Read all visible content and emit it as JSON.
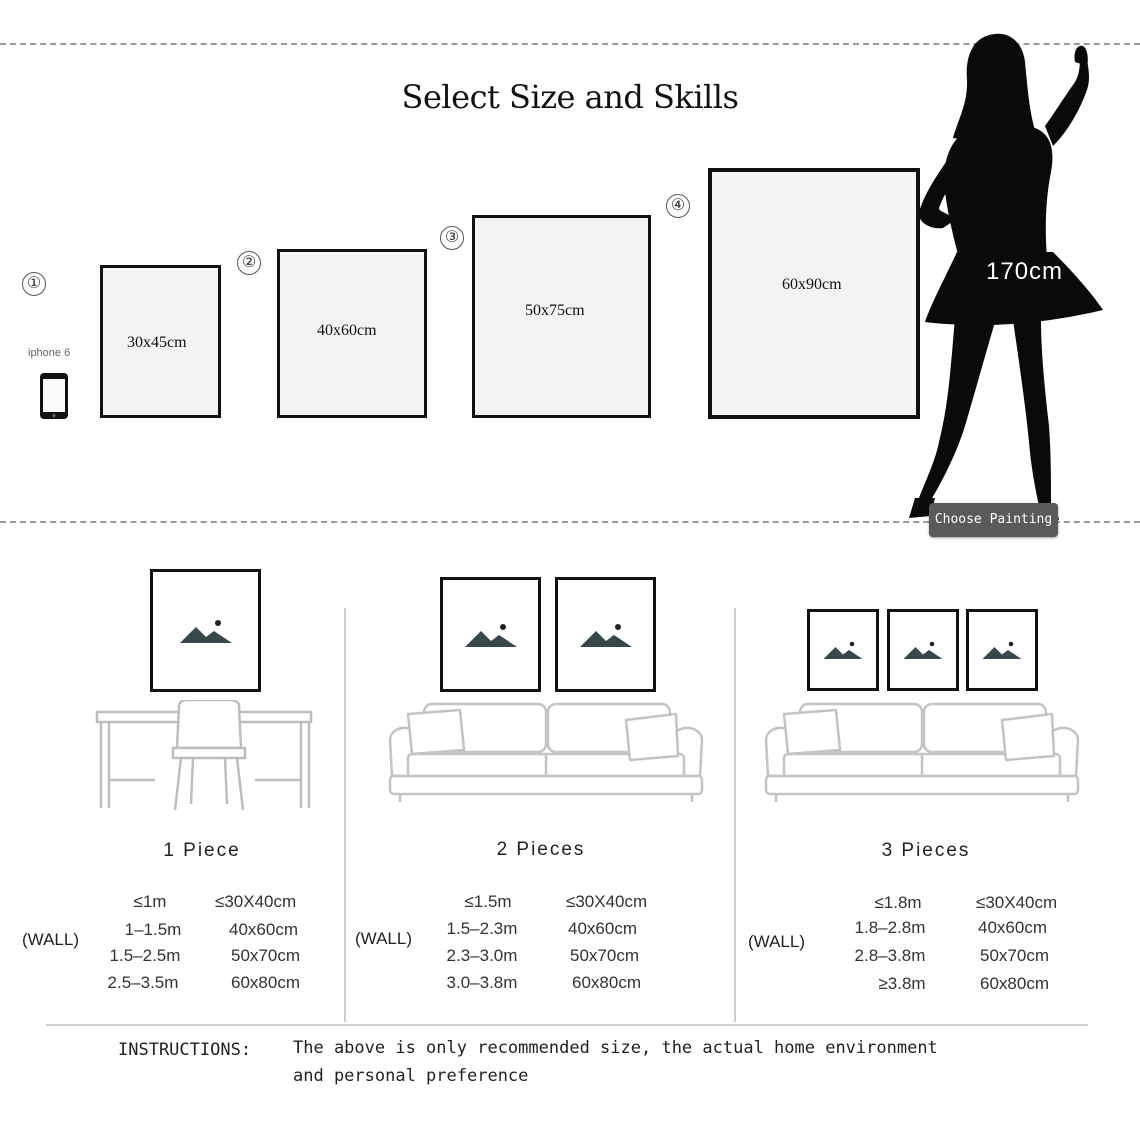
{
  "header": {
    "title": "Select Size and Skills"
  },
  "sizes": [
    {
      "num": "①",
      "label": "30x45cm"
    },
    {
      "num": "②",
      "label": "40x60cm"
    },
    {
      "num": "③",
      "label": "50x75cm"
    },
    {
      "num": "④",
      "label": "60x90cm"
    }
  ],
  "phone": {
    "label": "iphone 6"
  },
  "person": {
    "height": "170cm"
  },
  "choose_button": "Choose Painting",
  "pieces": [
    {
      "title": "1 Piece",
      "wall": "(WALL)",
      "rows": [
        {
          "wall": "≤1m",
          "size": "≤30X40cm"
        },
        {
          "wall": "1–1.5m",
          "size": "40x60cm"
        },
        {
          "wall": "1.5–2.5m",
          "size": "50x70cm"
        },
        {
          "wall": "2.5–3.5m",
          "size": "60x80cm"
        }
      ]
    },
    {
      "title": "2 Pieces",
      "wall": "(WALL)",
      "rows": [
        {
          "wall": "≤1.5m",
          "size": "≤30X40cm"
        },
        {
          "wall": "1.5–2.3m",
          "size": "40x60cm"
        },
        {
          "wall": "2.3–3.0m",
          "size": "50x70cm"
        },
        {
          "wall": "3.0–3.8m",
          "size": "60x80cm"
        }
      ]
    },
    {
      "title": "3 Pieces",
      "wall": "(WALL)",
      "rows": [
        {
          "wall": "≤1.8m",
          "size": "≤30X40cm"
        },
        {
          "wall": "1.8–2.8m",
          "size": "40x60cm"
        },
        {
          "wall": "2.8–3.8m",
          "size": "50x70cm"
        },
        {
          "wall": "≥3.8m",
          "size": "60x80cm"
        }
      ]
    }
  ],
  "instructions": {
    "label": "INSTRUCTIONS:",
    "line1": "The above is only recommended size, the actual home environment",
    "line2": "and personal preference"
  },
  "colors": {
    "frame": "#111111",
    "silhouette": "#0a0a0a",
    "button": "#5a5a5a",
    "mountain": "#37474a"
  }
}
